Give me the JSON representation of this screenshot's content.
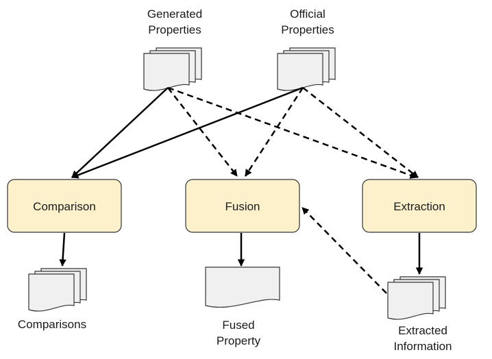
{
  "sources": {
    "generated": {
      "line1": "Generated",
      "line2": "Properties"
    },
    "official": {
      "line1": "Official",
      "line2": "Properties"
    }
  },
  "processes": {
    "comparison": "Comparison",
    "fusion": "Fusion",
    "extraction": "Extraction"
  },
  "outputs": {
    "comparisons": {
      "line1": "Comparisons"
    },
    "fused": {
      "line1": "Fused",
      "line2": "Property"
    },
    "extracted": {
      "line1": "Extracted",
      "line2": "Information"
    }
  },
  "colors": {
    "process_fill": "#fdf1cb",
    "process_stroke": "#333333",
    "doc_fill": "#f0f0f0",
    "doc_stroke": "#333333",
    "arrow": "#000000"
  }
}
